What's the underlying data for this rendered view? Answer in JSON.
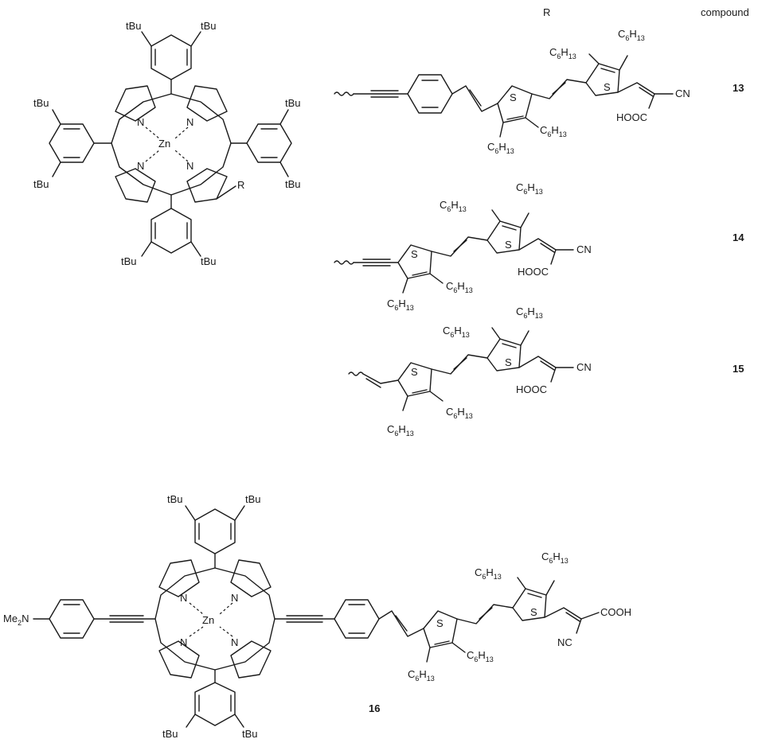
{
  "header": {
    "r_label": "R",
    "compound_label": "compound"
  },
  "labels": {
    "tbu": "tBu",
    "zn": "Zn",
    "n": "N",
    "r": "R",
    "s": "S",
    "cn": "CN",
    "hooc": "HOOC",
    "cooh": "COOH",
    "nc": "NC",
    "me2n": "Me",
    "me2n_sub": "2",
    "me2n_tail": "N",
    "c6": "C",
    "c6_sub": "6",
    "h13": "H",
    "h13_sub": "13"
  },
  "compounds": [
    "13",
    "14",
    "15",
    "16"
  ],
  "colors": {
    "ink": "#1a1a1a",
    "background": "#ffffff"
  }
}
